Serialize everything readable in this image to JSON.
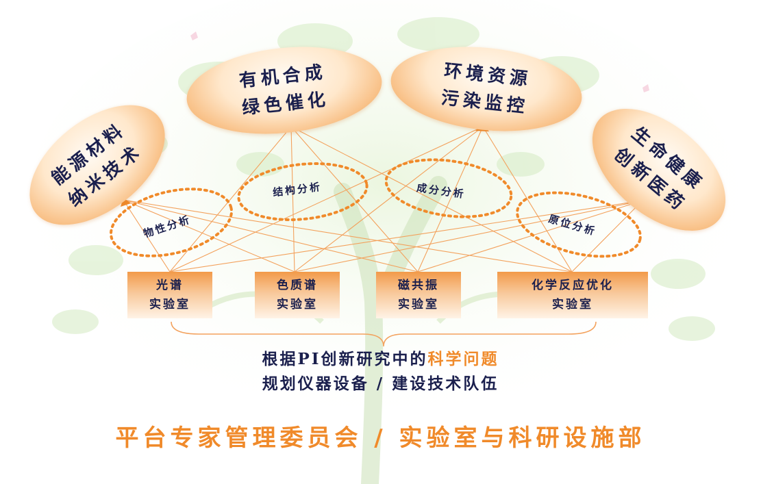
{
  "domains": [
    {
      "id": "energy",
      "line1": "能源材料",
      "line2": "纳米技术"
    },
    {
      "id": "organic",
      "line1": "有机合成",
      "line2": "绿色催化"
    },
    {
      "id": "environment",
      "line1": "环境资源",
      "line2": "污染监控"
    },
    {
      "id": "life",
      "line1": "生命健康",
      "line2": "创新医药"
    }
  ],
  "analyses": [
    {
      "id": "physical",
      "label": "物性分析"
    },
    {
      "id": "structure",
      "label": "结构分析"
    },
    {
      "id": "composition",
      "label": "成分分析"
    },
    {
      "id": "insitu",
      "label": "原位分析"
    }
  ],
  "labs": [
    {
      "id": "spectroscopy",
      "line1": "光谱",
      "line2": "实验室"
    },
    {
      "id": "mass",
      "line1": "色质谱",
      "line2": "实验室"
    },
    {
      "id": "nmr",
      "line1": "磁共振",
      "line2": "实验室"
    },
    {
      "id": "reaction",
      "line1": "化学反应优化",
      "line2": "实验室"
    }
  ],
  "bottom": {
    "line1_prefix": "根据PI创新研究中的",
    "line1_highlight": "科学问题",
    "line2": "规划仪器设备 / 建设技术队伍"
  },
  "footer": "平台专家管理委员会 / 实验室与科研设施部",
  "colors": {
    "accent": "#f08a2a",
    "text": "#1a1f4d",
    "tree_green": "#c8e6b0",
    "cloud_edge": "#ef9a4f"
  }
}
